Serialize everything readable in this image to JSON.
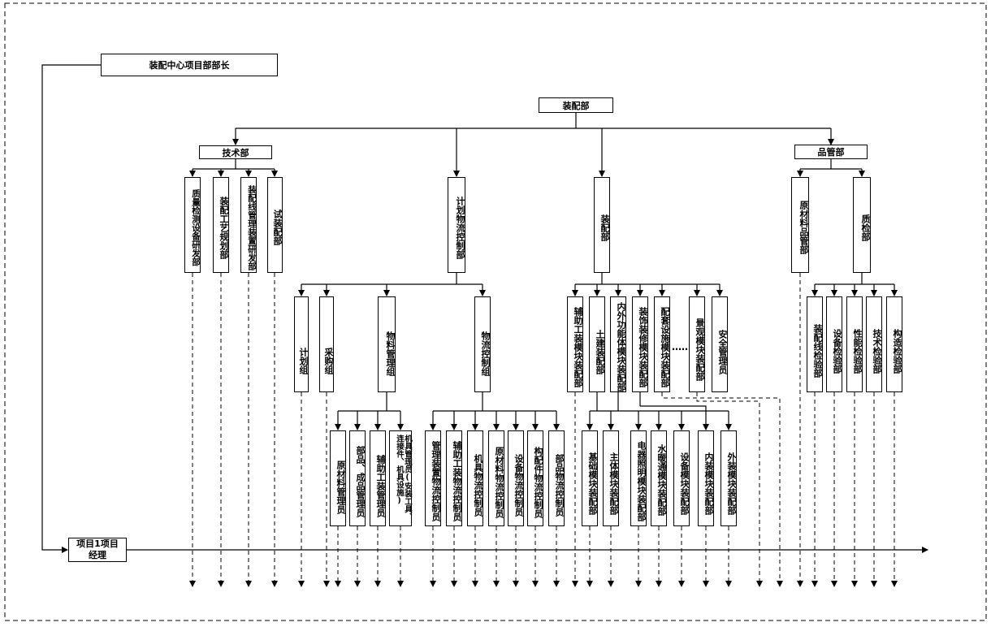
{
  "head": {
    "title": "装配中心项目部部长"
  },
  "pm": {
    "line1": "项目1项目",
    "line2": "经理"
  },
  "root": {
    "label": "装配部"
  },
  "tech": {
    "label": "技术部",
    "children": [
      "质量检测设备研发部",
      "装配工艺规划部",
      "装配线管理装置研发部",
      "试装配部"
    ]
  },
  "plan": {
    "label": "计划物流控制部",
    "groups": [
      "计划组",
      "采购组",
      "物料管理组",
      "物流控制组"
    ],
    "material": [
      "原材料管理员",
      "部品、成品管理员",
      "辅助工装管理员",
      "机具管理员(安装工具、连接件、机具设施)"
    ],
    "logistics": [
      "管理装置物流控制员",
      "辅助工装物流控制员",
      "机具物流控制员",
      "原材料物流控制员",
      "设备物流控制员",
      "构配件物流控制员",
      "部品物流控制员"
    ]
  },
  "assembly": {
    "label": "装配部",
    "children": [
      "辅助工装模块装配部",
      "土建装配部",
      "内外功能体模块装配部",
      "装饰装修模块装配部",
      "配套设施模块装配部",
      "景观模块装配部",
      "安全管理员"
    ],
    "ellipsis": "……",
    "sub": [
      "基础模块装配部",
      "主体模块装配部",
      "电器照明模块装配部",
      "水暖通模块装配部",
      "设备模块装配部",
      "内装模块装配部",
      "外装模块装配部"
    ]
  },
  "quality": {
    "label": "品管部",
    "children": [
      "原材料品管部",
      "质检部"
    ],
    "inspect": [
      "装配线检验部",
      "设备检验部",
      "性能检验部",
      "技术检验部",
      "构造检验部"
    ]
  }
}
